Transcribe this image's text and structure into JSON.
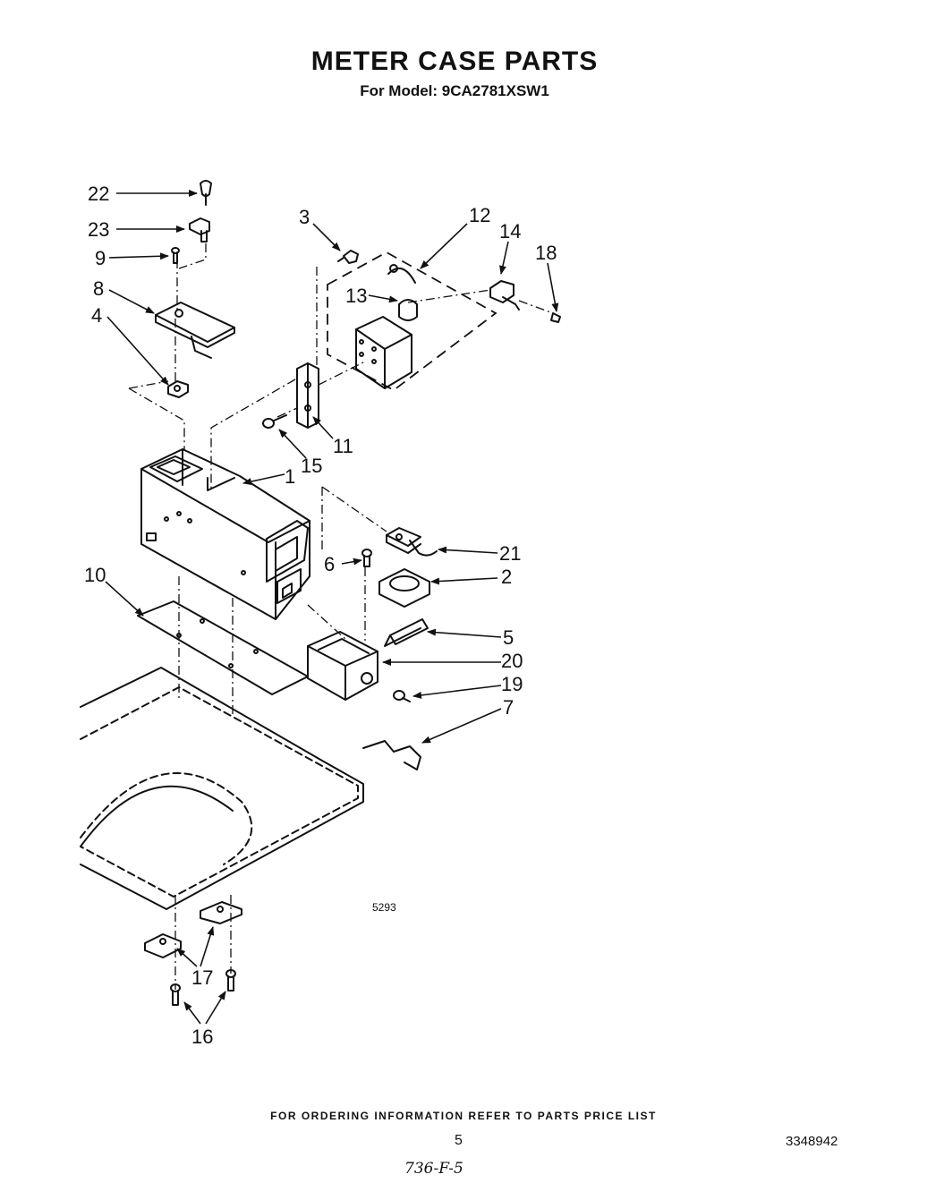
{
  "title": "METER CASE PARTS",
  "subtitle": "For Model: 9CA2781XSW1",
  "drawing_code": "5293",
  "footer_note": "FOR ORDERING INFORMATION REFER TO PARTS PRICE LIST",
  "page_number": "5",
  "document_number": "3348942",
  "handwritten_mark": "736-F-5",
  "callouts": [
    "22",
    "23",
    "9",
    "8",
    "4",
    "3",
    "12",
    "14",
    "18",
    "13",
    "11",
    "15",
    "1",
    "10",
    "6",
    "21",
    "2",
    "5",
    "20",
    "19",
    "7",
    "17",
    "16"
  ]
}
